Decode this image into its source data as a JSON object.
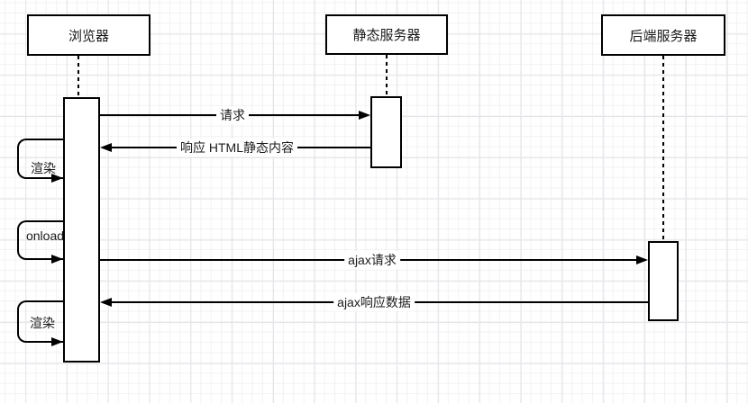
{
  "diagram": {
    "type": "sequence-diagram",
    "actors": [
      {
        "id": "browser",
        "label": "浏览器"
      },
      {
        "id": "static-server",
        "label": "静态服务器"
      },
      {
        "id": "backend-server",
        "label": "后端服务器"
      }
    ],
    "messages": [
      {
        "label": "请求",
        "from": "browser",
        "to": "static-server",
        "direction": "right"
      },
      {
        "label": "响应 HTML静态内容",
        "from": "static-server",
        "to": "browser",
        "direction": "left"
      },
      {
        "label": "ajax请求",
        "from": "browser",
        "to": "backend-server",
        "direction": "right"
      },
      {
        "label": "ajax响应数据",
        "from": "backend-server",
        "to": "browser",
        "direction": "left"
      }
    ],
    "self_calls": [
      {
        "label": "渲染",
        "on": "browser"
      },
      {
        "label": "onload",
        "on": "browser"
      },
      {
        "label": "渲染",
        "on": "browser"
      }
    ],
    "colors": {
      "stroke": "#000000",
      "shape_fill": "#ffffff",
      "text": "#1a1a1a",
      "grid_minor": "#f2f2f5",
      "grid_major": "#e5e5e9",
      "canvas": "#ffffff"
    }
  }
}
